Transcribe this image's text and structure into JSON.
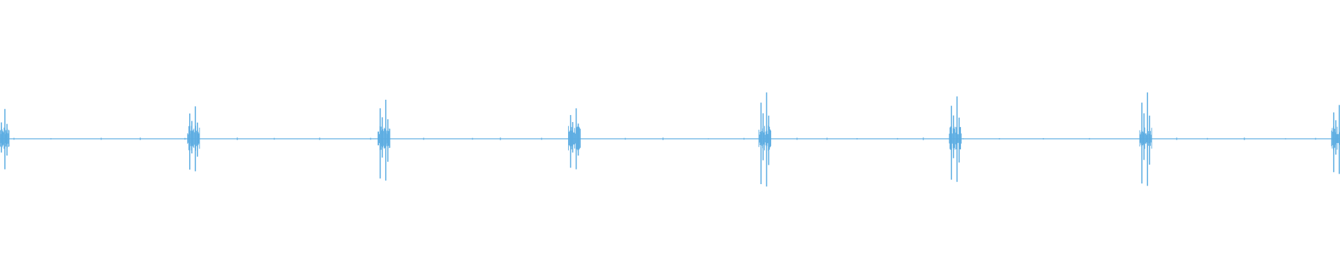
{
  "waveform": {
    "color": "#5dade2",
    "background": "#ffffff",
    "bursts": [
      {
        "peak_up": 0.45,
        "peak_down": 0.46
      },
      {
        "peak_up": 0.49,
        "peak_down": 0.49
      },
      {
        "peak_up": 0.59,
        "peak_down": 0.63
      },
      {
        "peak_up": 0.46,
        "peak_down": 0.46
      },
      {
        "peak_up": 0.7,
        "peak_down": 0.72
      },
      {
        "peak_up": 0.64,
        "peak_down": 0.65
      },
      {
        "peak_up": 0.7,
        "peak_down": 0.71
      },
      {
        "peak_up": 0.51,
        "peak_down": 0.53
      }
    ],
    "silence_level": 0.015
  }
}
